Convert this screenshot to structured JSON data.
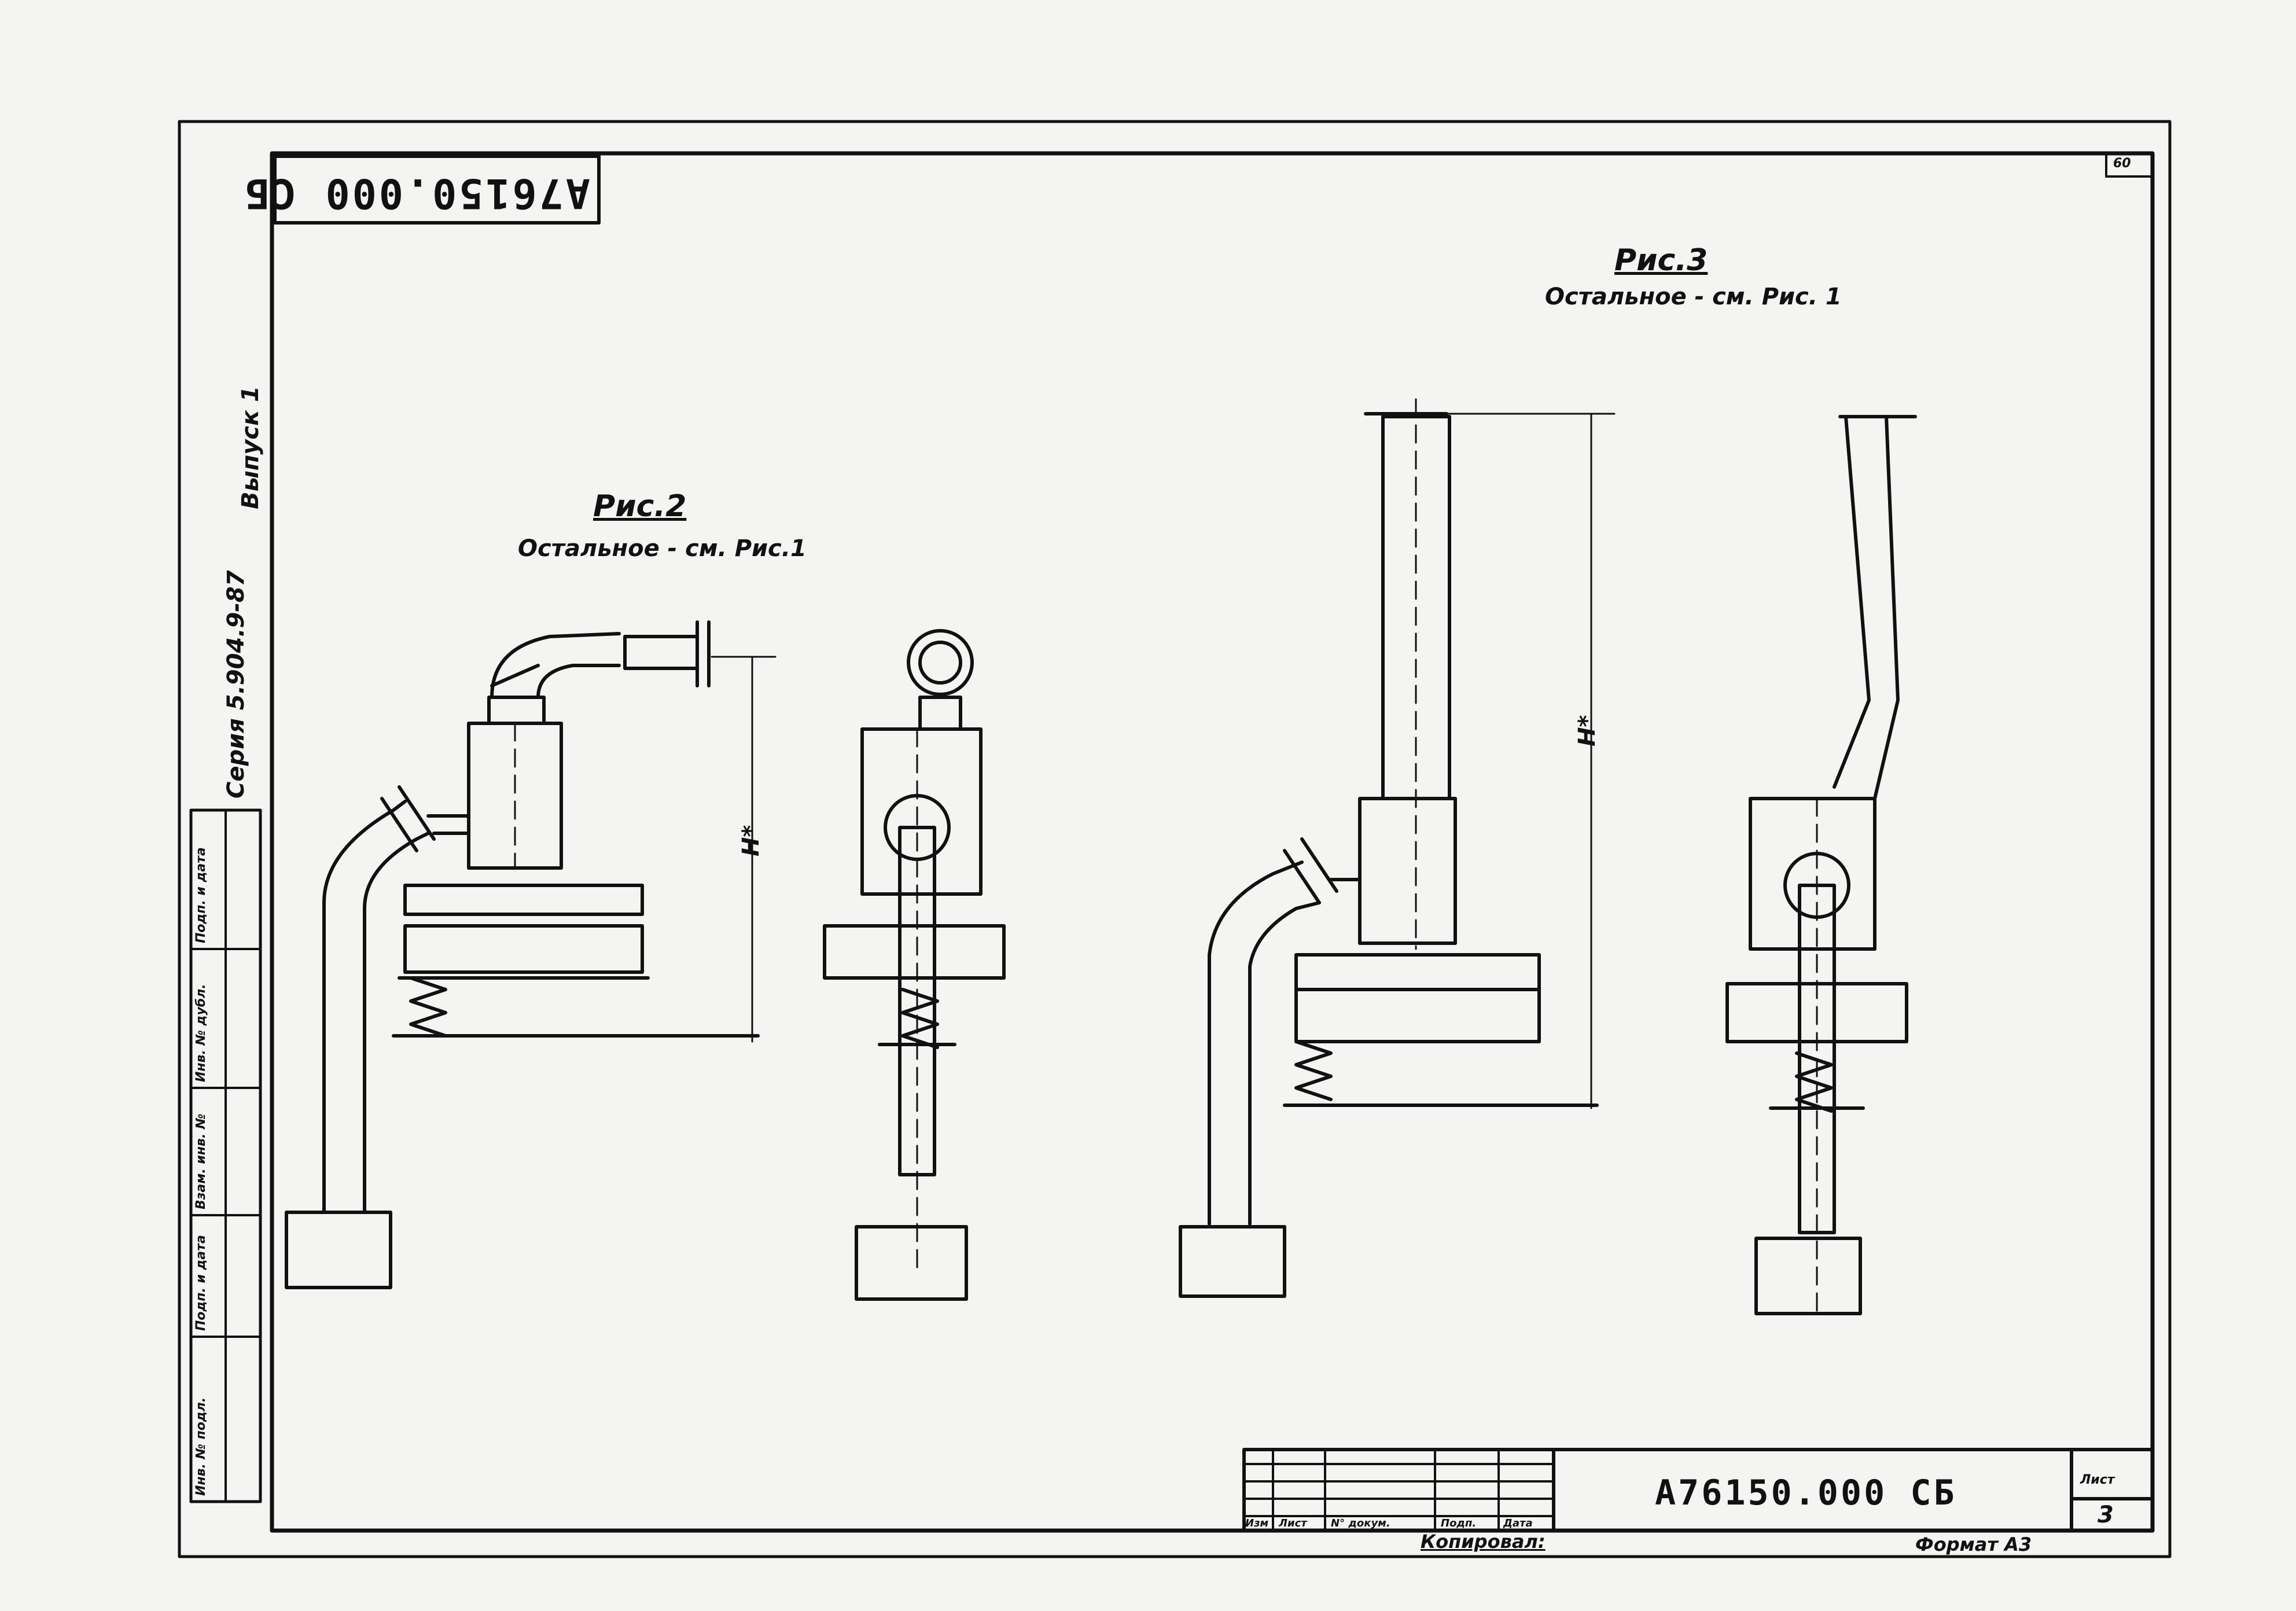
{
  "sheet_number_corner": "60",
  "top_code_mirrored": "А76150.000 СБ",
  "fig2": {
    "title": "Рис.2",
    "note": "Остальное - см. Рис.1",
    "dim": "H*"
  },
  "fig3": {
    "title": "Рис.3",
    "note": "Остальное - см. Рис. 1",
    "dim": "H*"
  },
  "side_series": "Серия 5.904.9-87",
  "side_issue": "Выпуск 1",
  "side_stamp_cols": [
    "Инв. № подл.",
    "Подп. и дата",
    "Взам. инв. №",
    "Инв. № дубл.",
    "Подп. и дата"
  ],
  "title_block": {
    "doc_code": "А76150.000 СБ",
    "sheet_label": "Лист",
    "sheet_value": "3",
    "col_headers": [
      "Изм",
      "Лист",
      "N° докум.",
      "Подп.",
      "Дата"
    ],
    "copied": "Копировал:",
    "format": "Формат А3"
  }
}
